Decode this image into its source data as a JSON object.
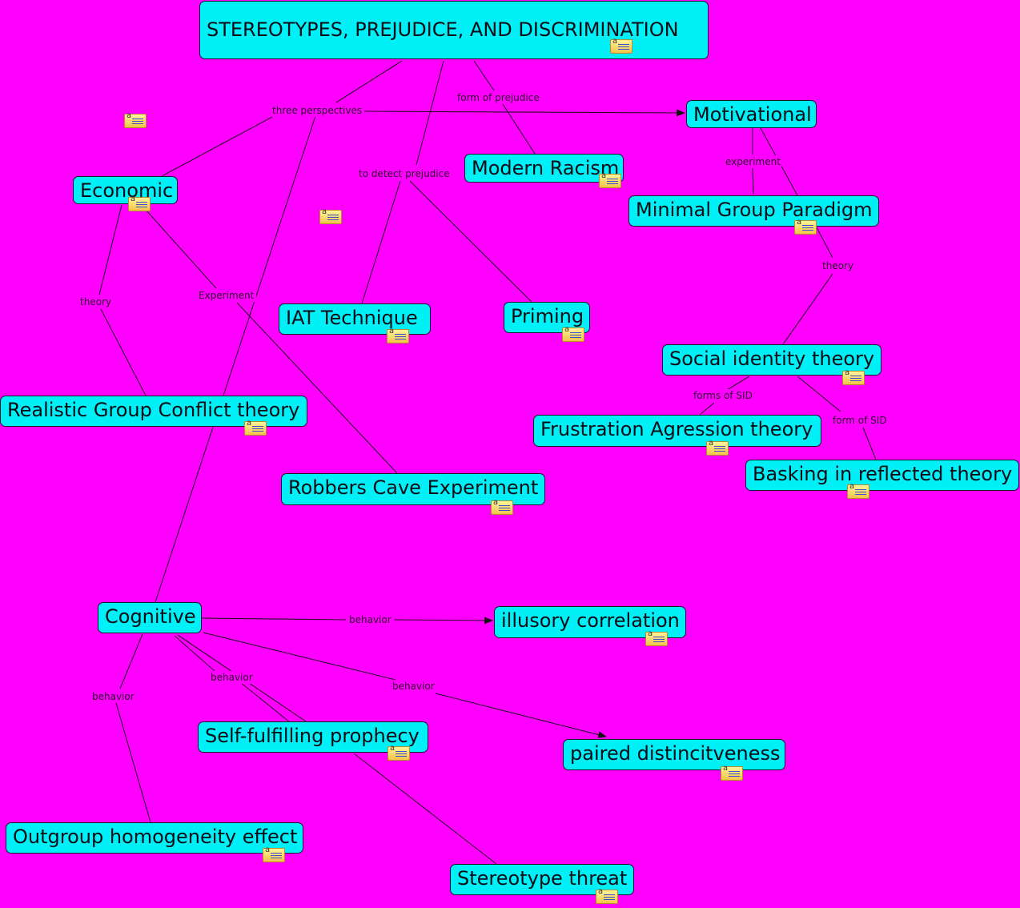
{
  "colors": {
    "background": "#ff00ff",
    "node_fill": "#00f0f8",
    "line": "#2a0a2a"
  },
  "nodes": {
    "title": "STEREOTYPES, PREJUDICE, AND DISCRIMINATION",
    "motivational": "Motivational",
    "modern_racism": "Modern Racism",
    "economic": "Economic",
    "minimal_group": "Minimal Group Paradigm",
    "iat": "IAT Technique",
    "priming": "Priming",
    "social_identity": "Social identity theory",
    "realistic_group": "Realistic Group Conflict theory",
    "frustration": "Frustration Agression theory",
    "basking": "Basking in reflected theory",
    "robbers_cave": "Robbers Cave Experiment",
    "cognitive": "Cognitive",
    "illusory": "illusory correlation",
    "self_fulfilling": "Self-fulfilling prophecy",
    "paired": "paired distincitveness",
    "outgroup": "Outgroup homogeneity effect",
    "stereotype_threat": "Stereotype threat"
  },
  "link_labels": {
    "three_perspectives": "three perspectives",
    "form_of_prejudice": "form of prejudice",
    "to_detect_prejudice": "to detect prejudice",
    "experiment_mot": "experiment",
    "theory_mgp": "theory",
    "theory_econ": "theory",
    "experiment_econ": "Experiment",
    "forms_of_sid": "forms of SID",
    "form_of_sid": "form of SID",
    "behavior_illusory": "behavior",
    "behavior_paired": "behavior",
    "behavior_self": "behavior",
    "behavior_outgroup": "behavior"
  },
  "icons": [
    "note-icon"
  ]
}
